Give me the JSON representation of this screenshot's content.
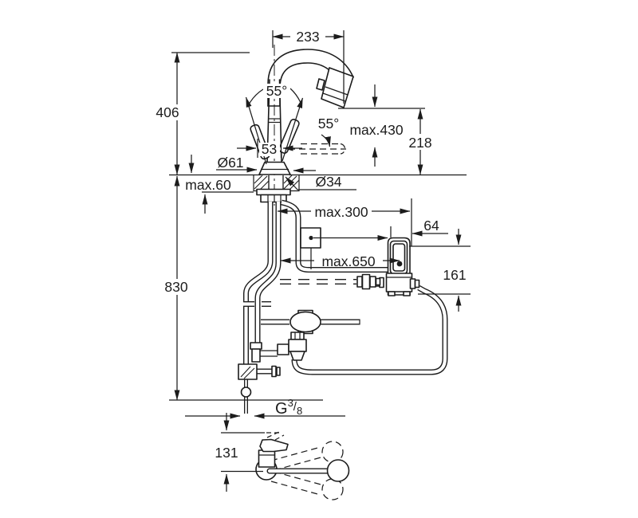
{
  "drawing": {
    "background": "#ffffff",
    "line_color": "#1c1c1c",
    "dimensions": {
      "spout_reach": "233",
      "height_to_spout_top": "406",
      "max_height": "max.430",
      "outlet_to_deck": "218",
      "handle_swing_left": "55°",
      "handle_swing_right": "55°",
      "body_width": "53",
      "base_diameter": "Ø61",
      "deck_thickness": "max.60",
      "hole_diameter": "Ø34",
      "max_side_run": "max.300",
      "max_hose_length": "max.650",
      "box_depth": "64",
      "box_height": "161",
      "hose_drop": "830",
      "spray_head_length": "131",
      "thread": {
        "letter": "G",
        "numerator": "3",
        "slash": "/",
        "denominator": "8"
      }
    }
  }
}
